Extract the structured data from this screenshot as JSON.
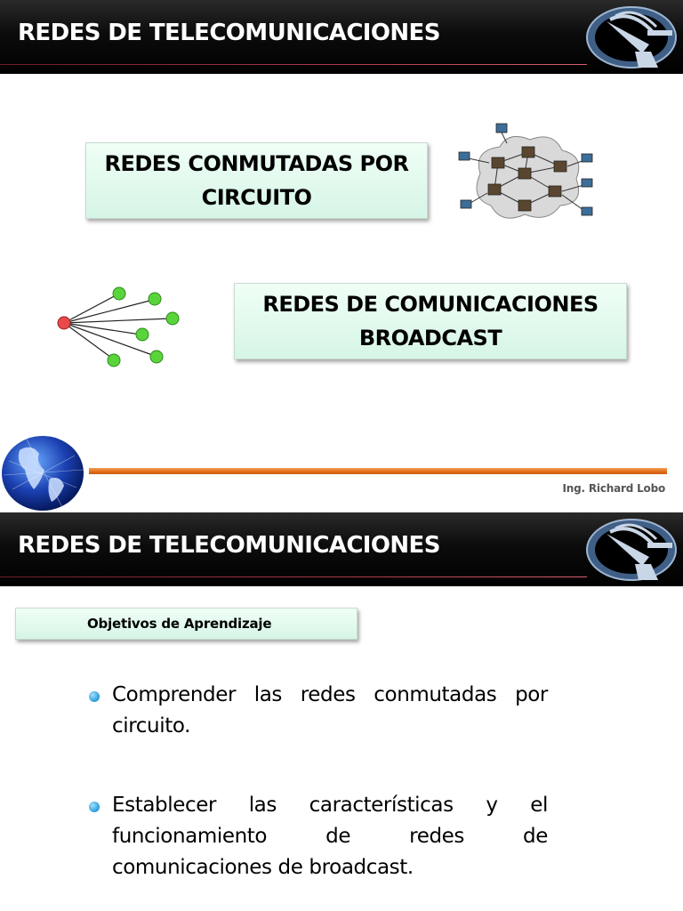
{
  "header": {
    "title": "REDES DE TELECOMUNICACIONES"
  },
  "slide1": {
    "box_circuito": {
      "line1": "REDES CONMUTADAS POR",
      "line2": "CIRCUITO"
    },
    "box_broadcast": {
      "line1": "REDES DE COMUNICACIONES",
      "line2": "BROADCAST"
    },
    "author": "Ing. Richard Lobo"
  },
  "slide2": {
    "objetivos": "Objetivos de Aprendizaje",
    "bullets": [
      {
        "text": "Comprender las redes conmutadas por circuito."
      },
      {
        "text": "Establecer las características y el funcionamiento de redes de comunicaciones de broadcast."
      }
    ]
  },
  "colors": {
    "header_bg": "#000000",
    "box_bg": "#d6f5e6",
    "accent_orange": "#e36c18",
    "bullet_blue": "#2a9ad8",
    "sender_red": "#e84a4a",
    "receiver_green": "#5ad43a"
  },
  "icons": {
    "logo": "satellite-dish-logo-icon",
    "globe": "globe-icon",
    "network": "switched-network-diagram-icon",
    "broadcast": "broadcast-diagram-icon"
  }
}
